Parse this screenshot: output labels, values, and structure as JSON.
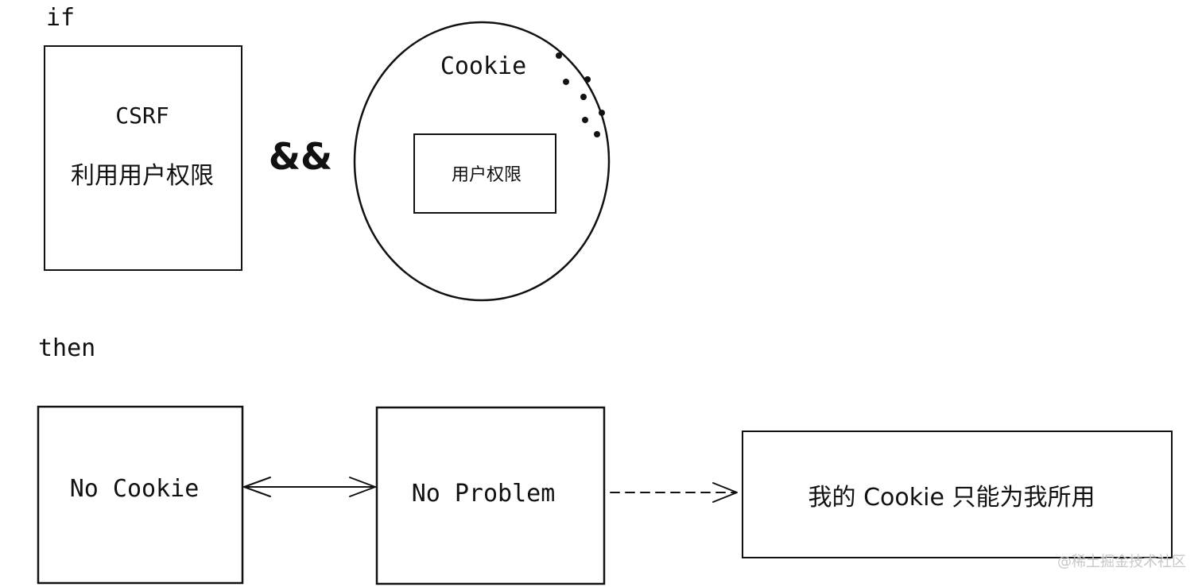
{
  "labels": {
    "if": "if",
    "then": "then",
    "and_operator": "&&"
  },
  "csrf_box": {
    "title": "CSRF",
    "subtitle": "利用用户权限"
  },
  "cookie_circle": {
    "title": "Cookie",
    "inner_box": "用户权限"
  },
  "bottom_flow": {
    "left_box": "No Cookie",
    "middle_box": "No Problem",
    "right_box": "我的 Cookie 只能为我所用"
  },
  "watermark": "@稀土掘金技术社区",
  "colors": {
    "stroke": "#111111",
    "background": "#ffffff",
    "watermark": "#c8c8c8"
  }
}
